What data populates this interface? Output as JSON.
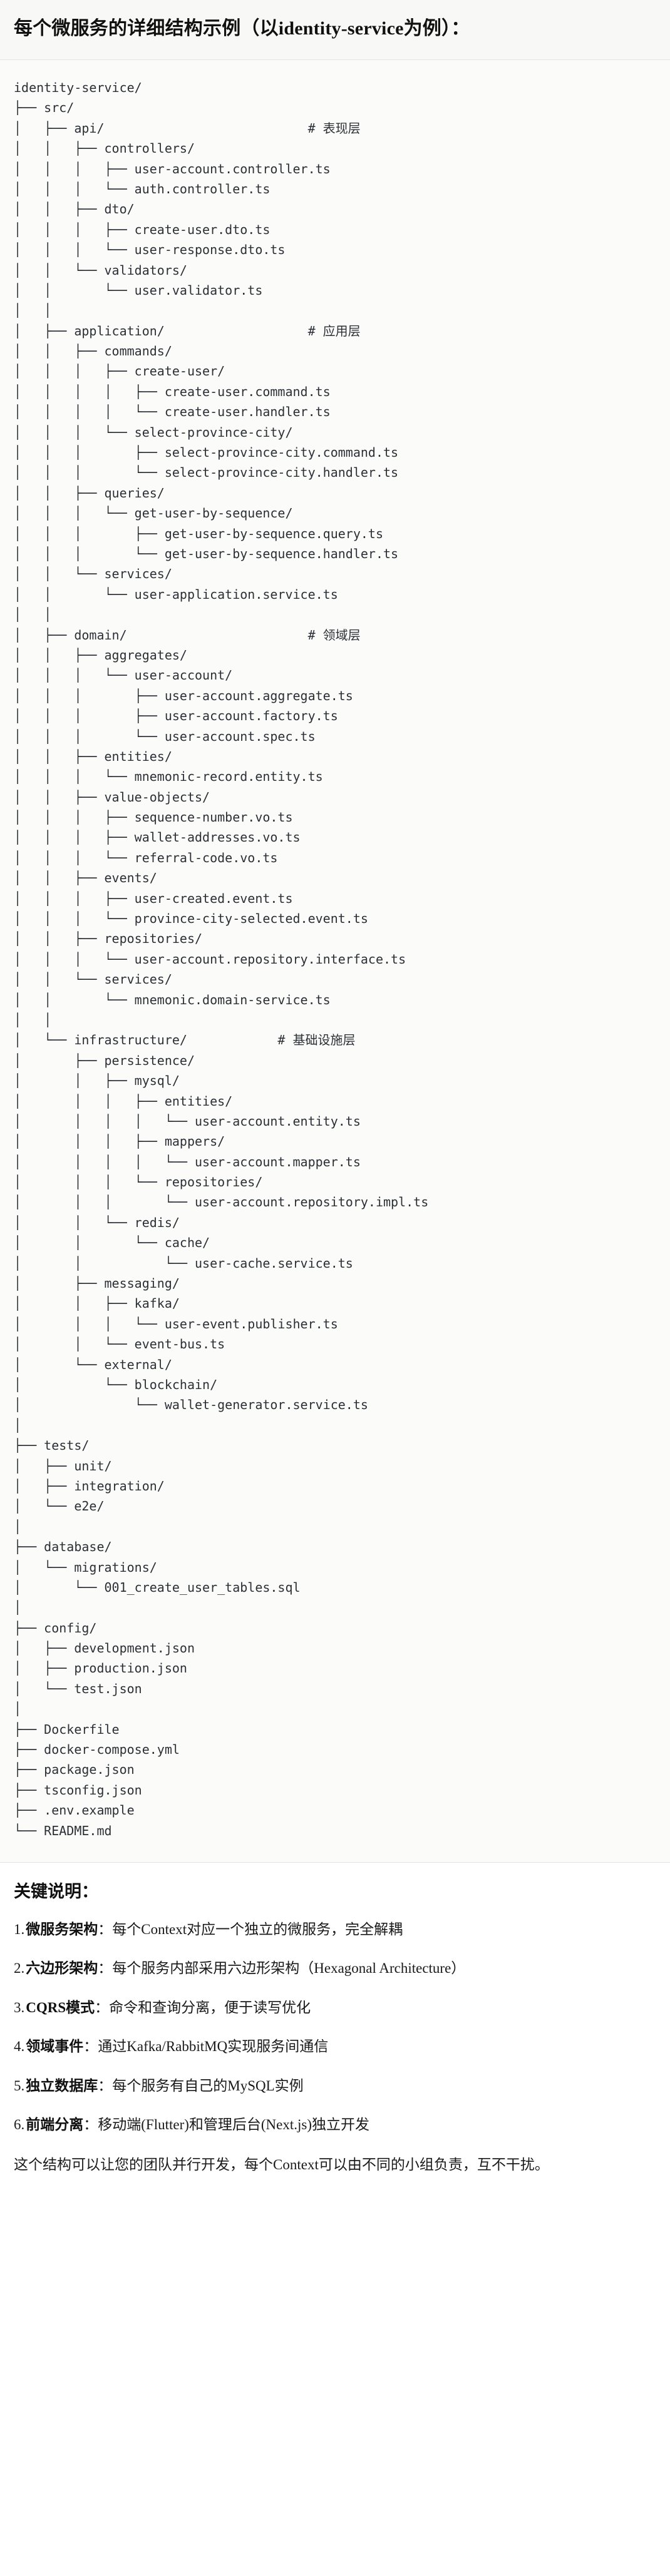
{
  "title": "每个微服务的详细结构示例（以identity-service为例）：",
  "code": {
    "language": "text",
    "tree_text": "identity-service/\n├── src/\n│   ├── api/                           # 表现层\n│   │   ├── controllers/\n│   │   │   ├── user-account.controller.ts\n│   │   │   └── auth.controller.ts\n│   │   ├── dto/\n│   │   │   ├── create-user.dto.ts\n│   │   │   └── user-response.dto.ts\n│   │   └── validators/\n│   │       └── user.validator.ts\n│   │\n│   ├── application/                   # 应用层\n│   │   ├── commands/\n│   │   │   ├── create-user/\n│   │   │   │   ├── create-user.command.ts\n│   │   │   │   └── create-user.handler.ts\n│   │   │   └── select-province-city/\n│   │   │       ├── select-province-city.command.ts\n│   │   │       └── select-province-city.handler.ts\n│   │   ├── queries/\n│   │   │   └── get-user-by-sequence/\n│   │   │       ├── get-user-by-sequence.query.ts\n│   │   │       └── get-user-by-sequence.handler.ts\n│   │   └── services/\n│   │       └── user-application.service.ts\n│   │\n│   ├── domain/                        # 领域层\n│   │   ├── aggregates/\n│   │   │   └── user-account/\n│   │   │       ├── user-account.aggregate.ts\n│   │   │       ├── user-account.factory.ts\n│   │   │       └── user-account.spec.ts\n│   │   ├── entities/\n│   │   │   └── mnemonic-record.entity.ts\n│   │   ├── value-objects/\n│   │   │   ├── sequence-number.vo.ts\n│   │   │   ├── wallet-addresses.vo.ts\n│   │   │   └── referral-code.vo.ts\n│   │   ├── events/\n│   │   │   ├── user-created.event.ts\n│   │   │   └── province-city-selected.event.ts\n│   │   ├── repositories/\n│   │   │   └── user-account.repository.interface.ts\n│   │   └── services/\n│   │       └── mnemonic.domain-service.ts\n│   │\n│   └── infrastructure/            # 基础设施层\n│       ├── persistence/\n│       │   ├── mysql/\n│       │   │   ├── entities/\n│       │   │   │   └── user-account.entity.ts\n│       │   │   ├── mappers/\n│       │   │   │   └── user-account.mapper.ts\n│       │   │   └── repositories/\n│       │   │       └── user-account.repository.impl.ts\n│       │   └── redis/\n│       │       └── cache/\n│       │           └── user-cache.service.ts\n│       ├── messaging/\n│       │   ├── kafka/\n│       │   │   └── user-event.publisher.ts\n│       │   └── event-bus.ts\n│       └── external/\n│           └── blockchain/\n│               └── wallet-generator.service.ts\n│\n├── tests/\n│   ├── unit/\n│   ├── integration/\n│   └── e2e/\n│\n├── database/\n│   └── migrations/\n│       └── 001_create_user_tables.sql\n│\n├── config/\n│   ├── development.json\n│   ├── production.json\n│   └── test.json\n│\n├── Dockerfile\n├── docker-compose.yml\n├── package.json\n├── tsconfig.json\n├── .env.example\n└── README.md",
    "layer_comments": [
      {
        "path": "api/",
        "comment": "# 表现层"
      },
      {
        "path": "application/",
        "comment": "# 应用层"
      },
      {
        "path": "domain/",
        "comment": "# 领域层"
      },
      {
        "path": "infrastructure/",
        "comment": "# 基础设施层"
      }
    ]
  },
  "notes": {
    "heading": "关键说明：",
    "items": [
      {
        "term": "微服务架构",
        "sep": "：",
        "desc": "每个Context对应一个独立的微服务，完全解耦"
      },
      {
        "term": "六边形架构",
        "sep": "：",
        "desc": "每个服务内部采用六边形架构（Hexagonal Architecture）"
      },
      {
        "term": "CQRS模式",
        "sep": "：",
        "desc": "命令和查询分离，便于读写优化"
      },
      {
        "term": "领域事件",
        "sep": "：",
        "desc": "通过Kafka/RabbitMQ实现服务间通信"
      },
      {
        "term": "独立数据库",
        "sep": "：",
        "desc": "每个服务有自己的MySQL实例"
      },
      {
        "term": "前端分离",
        "sep": "：",
        "desc": "移动端(Flutter)和管理后台(Next.js)独立开发"
      }
    ],
    "closing": "这个结构可以让您的团队并行开发，每个Context可以由不同的小组负责，互不干扰。"
  }
}
